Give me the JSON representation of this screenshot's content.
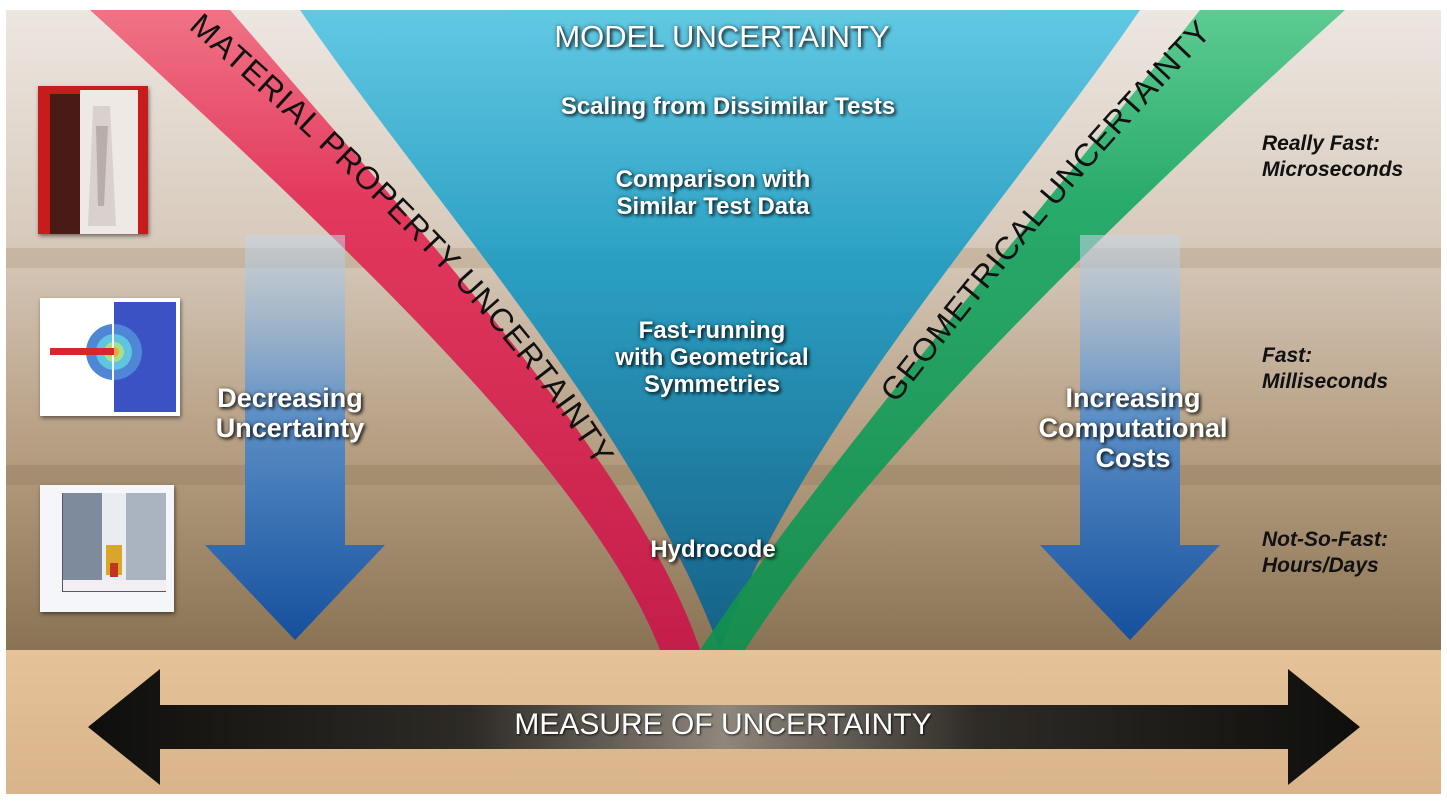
{
  "model": {
    "title": "MODEL UNCERTAINTY",
    "levels": [
      {
        "lines": [
          "Scaling from Dissimilar Tests"
        ]
      },
      {
        "lines": [
          "Comparison with",
          "Similar Test Data"
        ]
      },
      {
        "lines": [
          "Fast-running",
          "with Geometrical",
          "Symmetries"
        ]
      },
      {
        "lines": [
          "Hydrocode"
        ]
      }
    ]
  },
  "bands": {
    "material": "MATERIAL PROPERTY UNCERTAINTY",
    "geometrical": "GEOMETRICAL UNCERTAINTY"
  },
  "left_arrow": {
    "lines": [
      "Decreasing",
      "Uncertainty"
    ]
  },
  "right_arrow": {
    "lines": [
      "Increasing",
      "Computational",
      "Costs"
    ]
  },
  "speeds": [
    {
      "lines": [
        "Really Fast:",
        "Microseconds"
      ]
    },
    {
      "lines": [
        "Fast:",
        "Milliseconds"
      ]
    },
    {
      "lines": [
        "Not-So-Fast:",
        "Hours/Days"
      ]
    }
  ],
  "measure": "MEASURE OF UNCERTAINTY",
  "colors": {
    "material_band": "#d61e4e",
    "geometrical_band": "#17a35c",
    "model_funnel": "#0e8fb6",
    "arrow_blue": "#1c5fb0",
    "ground": "#dfb98e",
    "ink_band": "#111111"
  }
}
